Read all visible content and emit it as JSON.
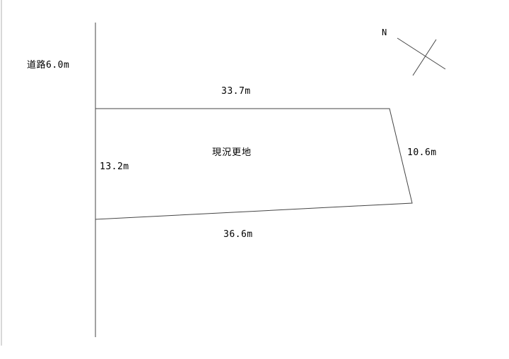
{
  "road_label": "道路6.0m",
  "north_label": "N",
  "lot_title": "現況更地",
  "dimensions": {
    "top": "33.7m",
    "right": "10.6m",
    "left": "13.2m",
    "bottom": "36.6m"
  },
  "colors": {
    "line": "#444444",
    "border": "#b0b0b0"
  }
}
